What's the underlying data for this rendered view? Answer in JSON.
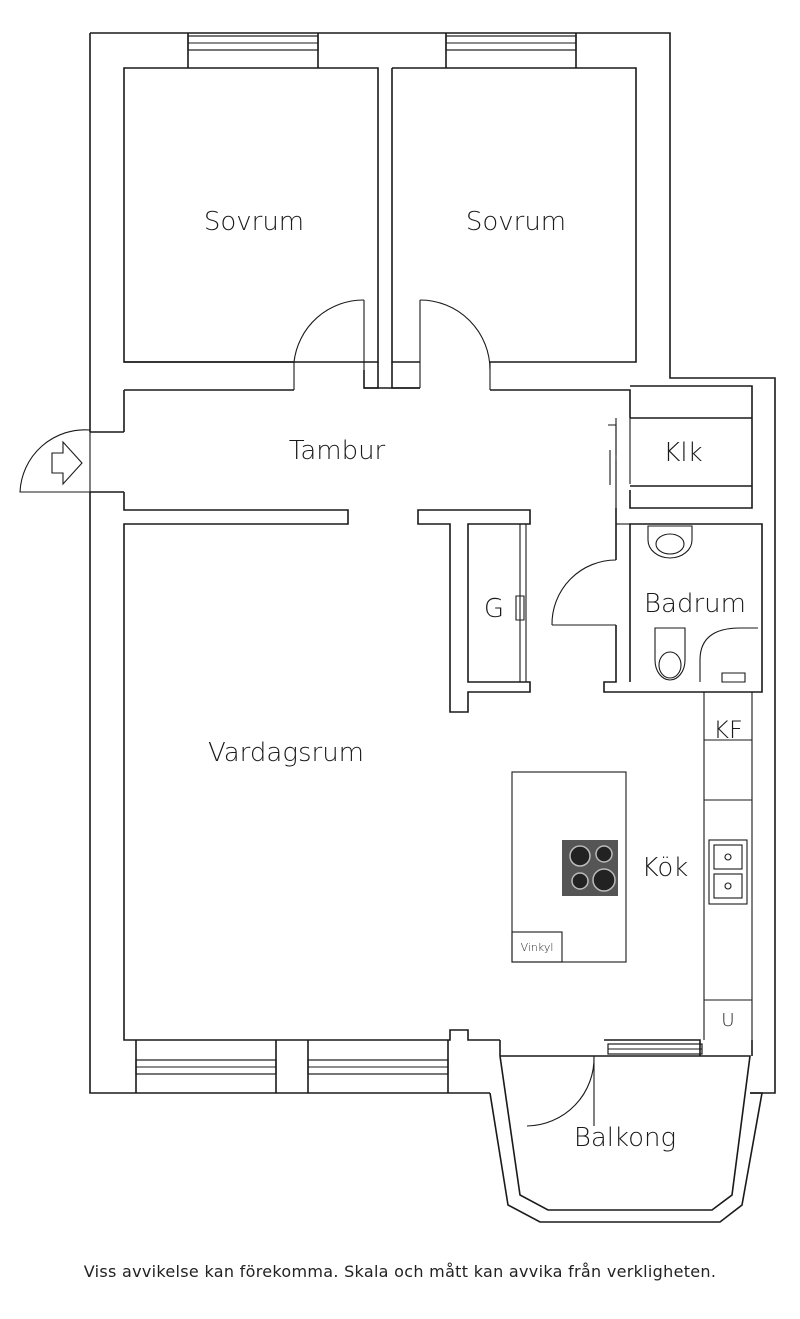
{
  "rooms": {
    "sovrum_1": "Sovrum",
    "sovrum_2": "Sovrum",
    "tambur": "Tambur",
    "klk": "Klk",
    "badrum": "Badrum",
    "g": "G",
    "vardagsrum": "Vardagsrum",
    "kf": "KF",
    "kok": "Kök",
    "vinkyl": "Vinkyl",
    "u": "U",
    "balkong": "Balkong"
  },
  "footer": {
    "disclaimer": "Viss avvikelse kan förekomma. Skala och mått kan avvika från verkligheten."
  },
  "colors": {
    "line": "#1a1a1a",
    "stove": "#555555",
    "background": "#ffffff"
  }
}
